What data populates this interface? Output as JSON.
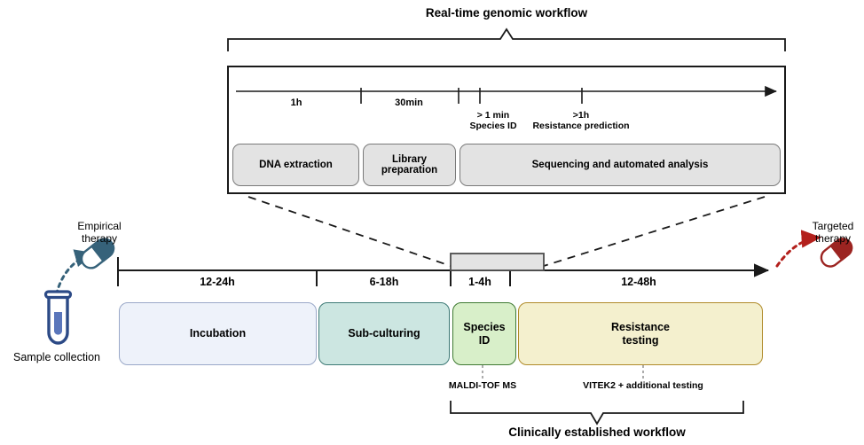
{
  "diagram": {
    "top_section": {
      "title": "Real-time genomic workflow",
      "timeline_labels": [
        {
          "text": "1h"
        },
        {
          "text": "30min"
        },
        {
          "text": "> 1 min"
        },
        {
          "text": "Species ID"
        },
        {
          "text": ">1h"
        },
        {
          "text": "Resistance prediction"
        }
      ],
      "steps": [
        {
          "label": "DNA extraction"
        },
        {
          "label": "Library preparation"
        },
        {
          "label": "Sequencing and automated analysis"
        }
      ]
    },
    "bottom_section": {
      "title": "Clinically established workflow",
      "durations": [
        {
          "text": "12-24h"
        },
        {
          "text": "6-18h"
        },
        {
          "text": "1-4h"
        },
        {
          "text": "12-48h"
        }
      ],
      "stages": [
        {
          "label": "Incubation",
          "fill": "#eef2fa",
          "stroke": "#9aa8c8"
        },
        {
          "label": "Sub-culturing",
          "fill": "#cce6e1",
          "stroke": "#3e7a76"
        },
        {
          "label": "Species\nID",
          "label_line1": "Species",
          "label_line2": "ID",
          "fill": "#d8efc9",
          "stroke": "#3f7a33"
        },
        {
          "label": "Resistance\ntesting",
          "label_line1": "Resistance",
          "label_line2": "testing",
          "fill": "#f4f0ce",
          "stroke": "#b08b2a"
        }
      ],
      "annotations": [
        {
          "text": "MALDI-TOF MS"
        },
        {
          "text": "VITEK2 + additional testing"
        }
      ],
      "left_callout": {
        "line1": "Empirical",
        "line2": "therapy",
        "color": "#36627a"
      },
      "right_callout": {
        "line1": "Targeted",
        "line2": "therapy",
        "color": "#9c2421"
      },
      "sample": {
        "label": "Sample collection",
        "color": "#2c4a86"
      }
    },
    "colors": {
      "line": "#1a1a1a",
      "gray_fill": "#e3e3e3",
      "gray_stroke": "#7a7a7a",
      "red_dotted": "#b3201c",
      "blue_dotted": "#36627a"
    }
  }
}
